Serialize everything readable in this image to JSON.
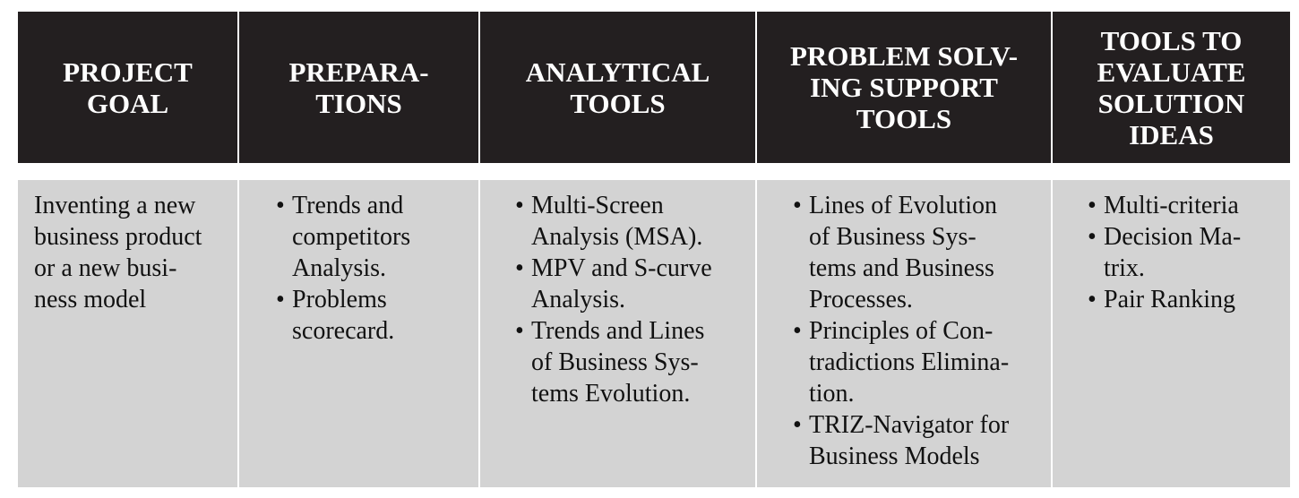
{
  "headers": [
    "PROJECT\nGOAL",
    "PREPARA-\nTIONS",
    "ANALYTICAL\nTOOLS",
    "PROBLEM SOLV-\nING SUPPORT\nTOOLS",
    "TOOLS TO\nEVALUATE\nSOLUTION\nIDEAS"
  ],
  "bullet_glyph": "•",
  "goal": "Inventing a new\nbusiness product\nor a new busi-\nness model",
  "preparations": [
    "Trends and\ncompetitors\nAnalysis.",
    "Problems\nscorecard."
  ],
  "analytical": [
    "Multi-Screen\nAnalysis (MSA).",
    "MPV and S-curve\nAnalysis.",
    "Trends and Lines\nof Business Sys-\ntems Evolution."
  ],
  "problem_solving": [
    "Lines of Evolution\nof Business Sys-\ntems and Business\nProcesses.",
    "Principles of Con-\ntradictions Elimina-\ntion.",
    "TRIZ-Navigator for\nBusiness Models"
  ],
  "evaluate": [
    "Multi-criteria",
    "Decision Ma-\ntrix.",
    "Pair Ranking"
  ]
}
